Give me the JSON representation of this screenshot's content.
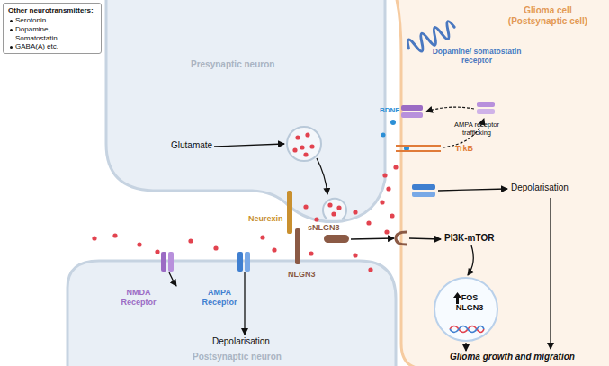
{
  "diagram": {
    "nodes": [
      {
        "text": [
          "Other neurotransmitters:",
          "Serotonin",
          "Dopamine, Somatostatin",
          "GABA(A) etc."
        ]
      },
      {
        "text": [
          "Presynaptic neuron"
        ]
      },
      {
        "text": [
          "Glioma cell (Postsynaptic cell)"
        ]
      },
      {
        "text": [
          "FOS NLGN3"
        ],
        "in": 2
      },
      {
        "text": [
          "Postsynaptic neuron"
        ]
      }
    ],
    "labels": [
      "Glutamate",
      "BDNF",
      "Dopamine/ somatostatin receptor",
      "AMPA receptor trafficking",
      "TrkB",
      "Depolarisation",
      "Neurexin",
      "sNLGN3",
      "PI3K-mTOR",
      "NLGN3",
      "NMDA Receptor",
      "AMPA Receptor",
      "Depolarisation",
      "Glioma growth and migration"
    ]
  }
}
